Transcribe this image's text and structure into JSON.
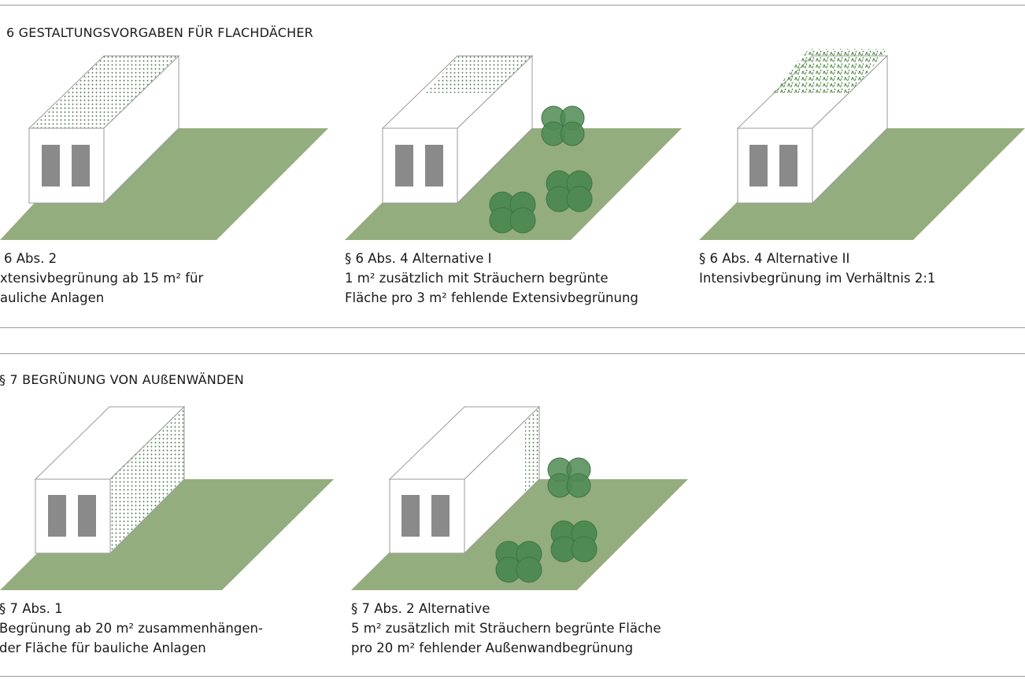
{
  "colors": {
    "ground": "#94ad7e",
    "shrub": "#4f8a53",
    "shrub_stroke": "#3e7444",
    "dots": "#4e7a4e",
    "window": "#8a8a8a",
    "line": "#9b9b9b"
  },
  "sections": [
    {
      "title": "6 GESTALTUNGSVORGABEN FÜR FLACHDÄCHER",
      "panels": [
        {
          "name": "extensive-roof-greening",
          "roof": "dotted",
          "shrubs": 0,
          "caption": [
            "6 Abs. 2",
            "xtensivbegrünung ab 15 m² für",
            "auliche Anlagen"
          ]
        },
        {
          "name": "alternative-i-shrubs",
          "roof": "partial-dotted",
          "shrubs": 3,
          "caption": [
            "§ 6 Abs. 4 Alternative I",
            "1 m² zusätzlich mit Sträuchern begrünte",
            "Fläche pro 3 m² fehlende Extensivbegrünung"
          ]
        },
        {
          "name": "alternative-ii-intensive",
          "roof": "intensive",
          "shrubs": 0,
          "caption": [
            "§ 6 Abs. 4 Alternative II",
            "Intensivbegrünung im Verhältnis 2:1"
          ]
        }
      ]
    },
    {
      "title": "§ 7 BEGRÜNUNG VON AUßENWÄNDEN",
      "panels": [
        {
          "name": "facade-greening",
          "wall": "dotted",
          "shrubs": 0,
          "caption": [
            "§ 7 Abs. 1",
            "Begrünung ab 20 m² zusammenhängen-",
            "der Fläche für bauliche Anlagen"
          ]
        },
        {
          "name": "facade-alternative-shrubs",
          "wall": "partial-dotted",
          "shrubs": 3,
          "caption": [
            "§ 7 Abs. 2 Alternative",
            "5 m² zusätzlich mit Sträuchern begrünte Fläche",
            "pro 20 m² fehlender Außenwandbegrünung"
          ]
        }
      ]
    }
  ]
}
